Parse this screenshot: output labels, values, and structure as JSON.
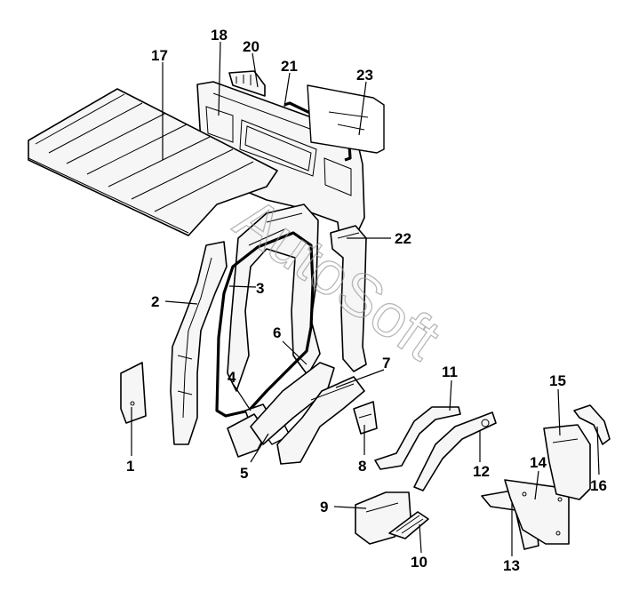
{
  "diagram": {
    "watermark": "AutoSoft",
    "callouts": [
      "1",
      "2",
      "3",
      "4",
      "5",
      "6",
      "7",
      "8",
      "9",
      "10",
      "11",
      "12",
      "13",
      "14",
      "15",
      "16",
      "17",
      "18",
      "20",
      "21",
      "22",
      "23"
    ]
  }
}
